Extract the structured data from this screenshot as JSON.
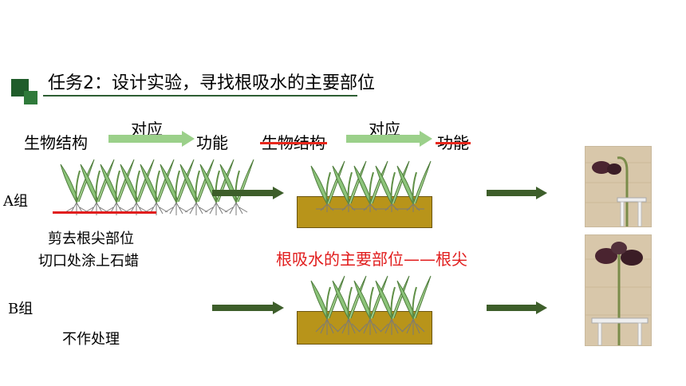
{
  "title": "任务2：设计实验，寻找根吸水的主要部位",
  "flow_left": {
    "structure": "生物结构",
    "relation": "对应",
    "function": "功能"
  },
  "flow_right": {
    "structure": "生物结构",
    "relation": "对应",
    "function": "功能"
  },
  "group_a": {
    "label": "A组",
    "treatment_line1": "剪去根尖部位",
    "treatment_line2": "切口处涂上石蜡"
  },
  "group_b": {
    "label": "B组",
    "treatment": "不作处理"
  },
  "conclusion": "根吸水的主要部位——根尖",
  "colors": {
    "dark_green": "#1f5c2a",
    "arrow_green": "#3d5e2a",
    "flow_arrow": "#9bd08a",
    "red": "#e11d1d",
    "soil": "#b8941a"
  }
}
